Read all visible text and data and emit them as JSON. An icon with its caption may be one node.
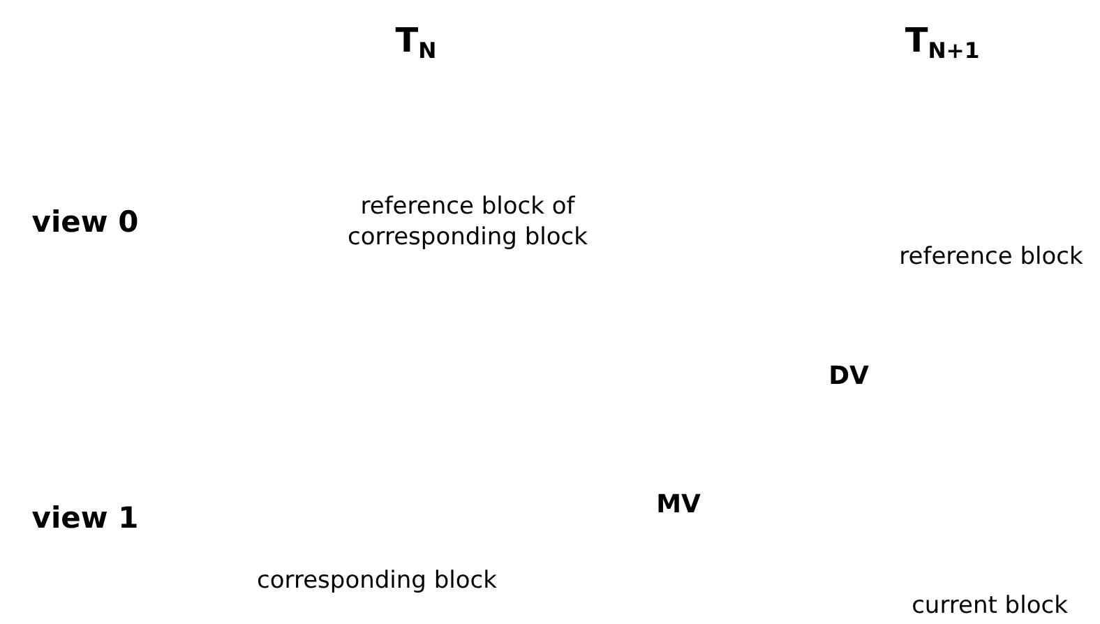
{
  "diagram": {
    "labels": [
      "T$_{N}$",
      "T$_{N+1}$",
      "view 0",
      "reference block of corresponding block",
      "reference block",
      "DV",
      "MV",
      "view 1",
      "corresponding block",
      "current block"
    ]
  }
}
